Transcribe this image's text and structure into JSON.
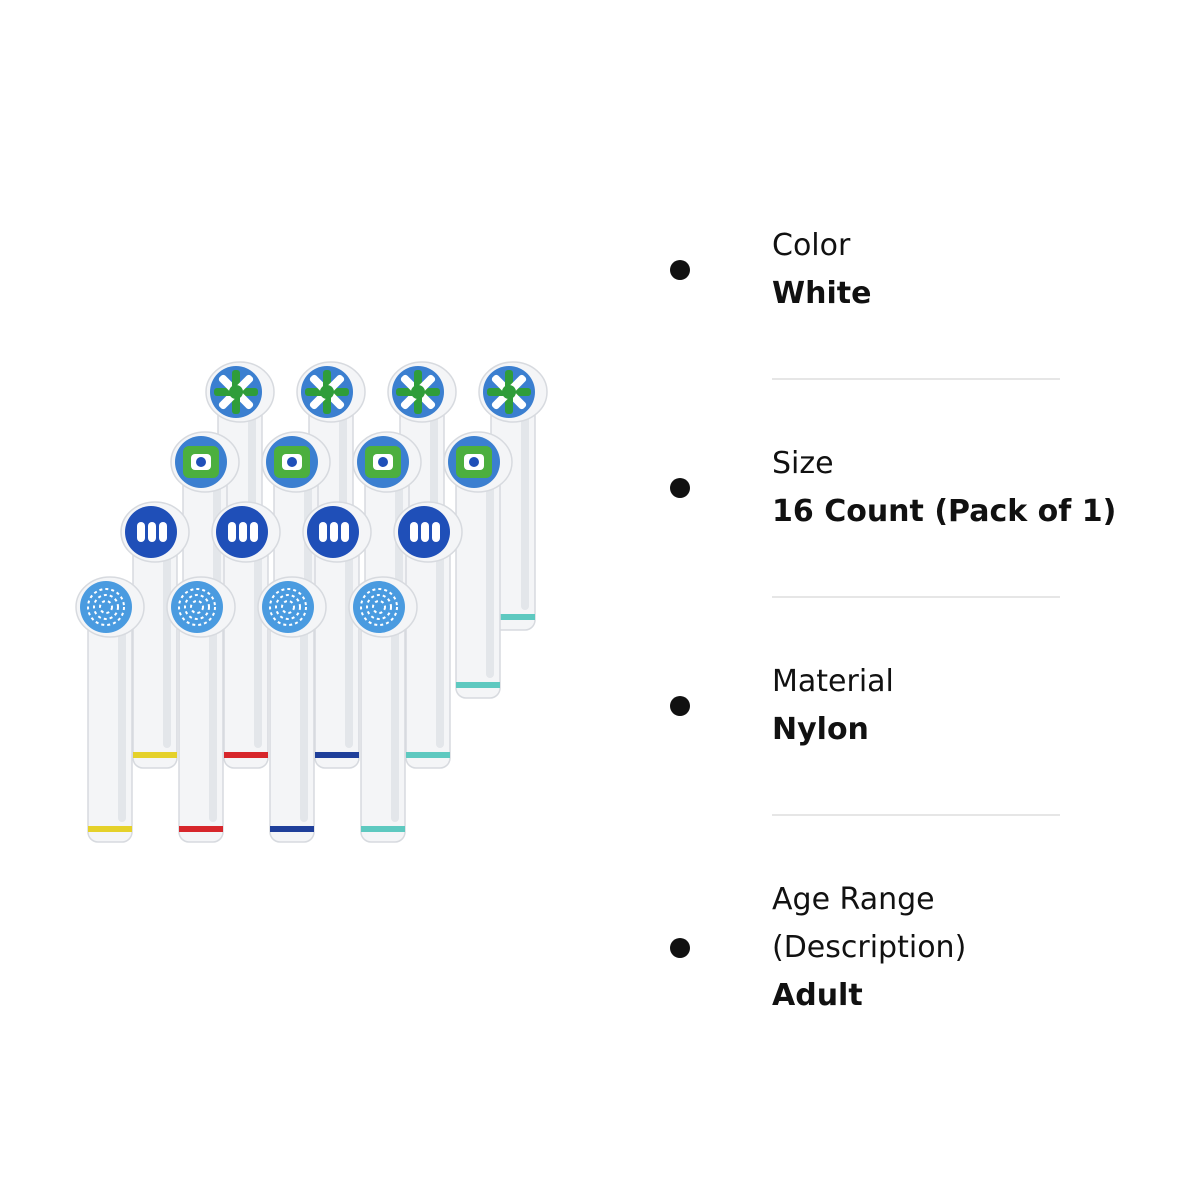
{
  "attributes": [
    {
      "label": "Color",
      "value": "White"
    },
    {
      "label": "Size",
      "value": "16 Count (Pack of 1)"
    },
    {
      "label": "Material",
      "value": "Nylon"
    },
    {
      "label": "Age Range\n(Description)",
      "value": "Adult"
    }
  ],
  "product_image": {
    "rows": [
      {
        "type": "cross-action",
        "head_color": "#3b7fd0",
        "accent_color": "#2f9d3a",
        "ring_color": "#5ec9c0"
      },
      {
        "type": "floss-action",
        "head_color": "#3b7fd0",
        "accent_color": "#4caf3e",
        "ring_color": "#5ec9c0"
      },
      {
        "type": "precision-clean",
        "head_color": "#1f4fb8",
        "accent_color": "#ffffff",
        "ring_color": "#1f3f9a"
      },
      {
        "type": "sensitive",
        "head_color": "#4a9be0",
        "accent_color": "#ffffff",
        "ring_color": "#e5d12a"
      }
    ],
    "ring_colors": [
      "#e5d12a",
      "#d7262b",
      "#1f3f9a",
      "#5ec9c0"
    ]
  }
}
